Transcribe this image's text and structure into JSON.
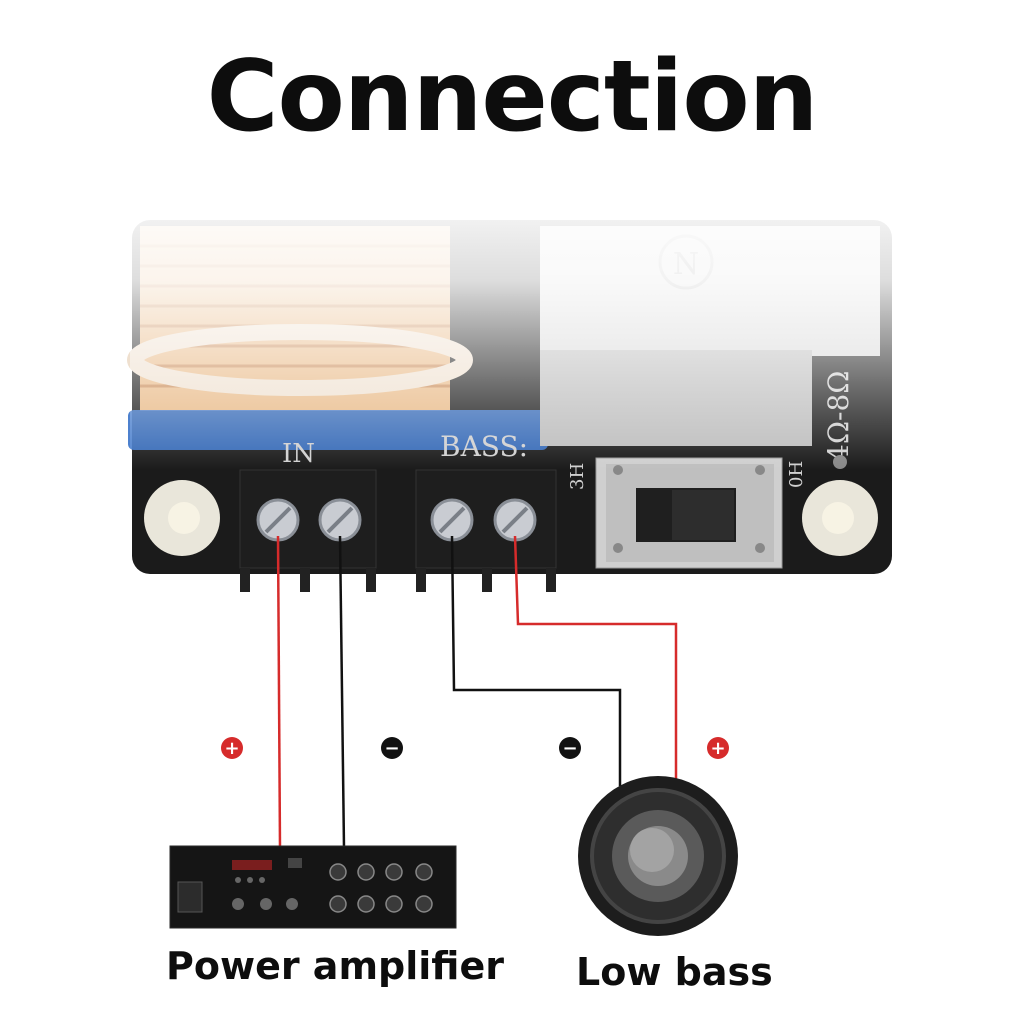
{
  "title": "Connection",
  "board": {
    "in_label": "IN",
    "bass_label": "BASS:",
    "switch_left": "3H",
    "switch_right": "0H",
    "impedance": "4Ω-8Ω",
    "logo": "N"
  },
  "polarity": {
    "amp_plus": "+",
    "amp_minus": "−",
    "bass_minus": "−",
    "bass_plus": "+"
  },
  "devices": {
    "amplifier_label": "Power amplifier",
    "speaker_label": "Low bass"
  },
  "colors": {
    "positive_wire": "#d62b2b",
    "negative_wire": "#111111",
    "board": "#1a1a1a",
    "terminal_cover": "#3a73c9",
    "coil": "#e6b07a",
    "switch_body": "#c8c8c8"
  }
}
